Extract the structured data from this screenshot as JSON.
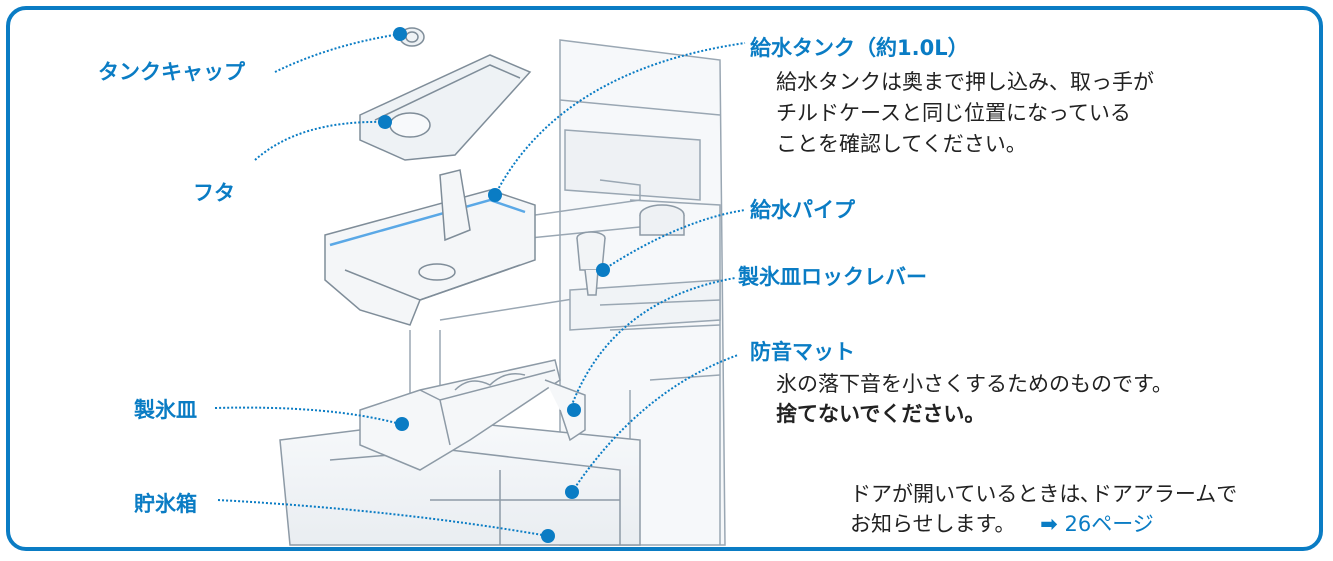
{
  "colors": {
    "accent": "#0a7cc4",
    "text": "#222222",
    "line_art": "#9aa7b3",
    "fill": "#f3f5f7",
    "blue_water": "#5aa8e6"
  },
  "labels": {
    "tank_cap": "タンクキャップ",
    "lid": "フタ",
    "tank": "給水タンク（約1.0L）",
    "pipe": "給水パイプ",
    "tray_lock": "製氷皿ロックレバー",
    "mat": "防音マット",
    "tray": "製氷皿",
    "bin": "貯氷箱"
  },
  "descriptions": {
    "tank_line1": "給水タンクは奥まで押し込み、取っ手が",
    "tank_line2": "チルドケースと同じ位置になっている",
    "tank_line3": "ことを確認してください。",
    "mat_line1": "氷の落下音を小さくするためのものです。",
    "mat_line2": "捨てないでください。"
  },
  "note": {
    "line1": "ドアが開いているときは､ドアアラームで",
    "line2": "お知らせします。",
    "arrow": "➡",
    "page_ref": "26ページ"
  }
}
